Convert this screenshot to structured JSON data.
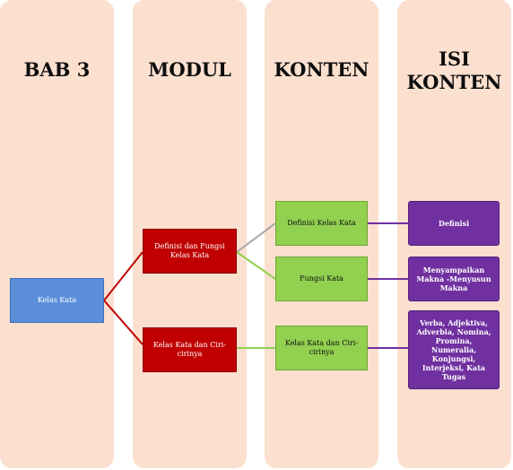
{
  "columns": [
    {
      "title": "BAB 3"
    },
    {
      "title": "MODUL"
    },
    {
      "title": "KONTEN"
    },
    {
      "title_line1": "ISI",
      "title_line2": "KONTEN"
    }
  ],
  "nodes": {
    "bab": {
      "label": "Kelas Kata"
    },
    "modul": [
      {
        "label": "Definisi dan Fungsi Kelas Kata"
      },
      {
        "label": "Kelas Kata dan Ciri-cirinya"
      }
    ],
    "konten": [
      {
        "label": "Definisi Kelas Kata"
      },
      {
        "label": "Fungsi Kata"
      },
      {
        "label": "Kelas Kata dan Ciri-cirinya"
      }
    ],
    "isi_konten": [
      {
        "label": "Definisi"
      },
      {
        "label": "Menyampaikan Makna -Menyusun Makna"
      },
      {
        "label": "Verba, Adjektiva, Adverbia, Nomina, Promina, Numeralia, Konjungsi, Interjeksi, Kata Tugas"
      }
    ]
  },
  "colors": {
    "column_bg": "#fbe0cf",
    "bab_node": "#5b8fd9",
    "modul_node": "#c00000",
    "konten_node": "#92d050",
    "isi_node": "#7030a0",
    "link_red": "#c00000",
    "link_gray": "#a6a6a6",
    "link_green": "#92d050",
    "link_purple": "#7030a0"
  }
}
